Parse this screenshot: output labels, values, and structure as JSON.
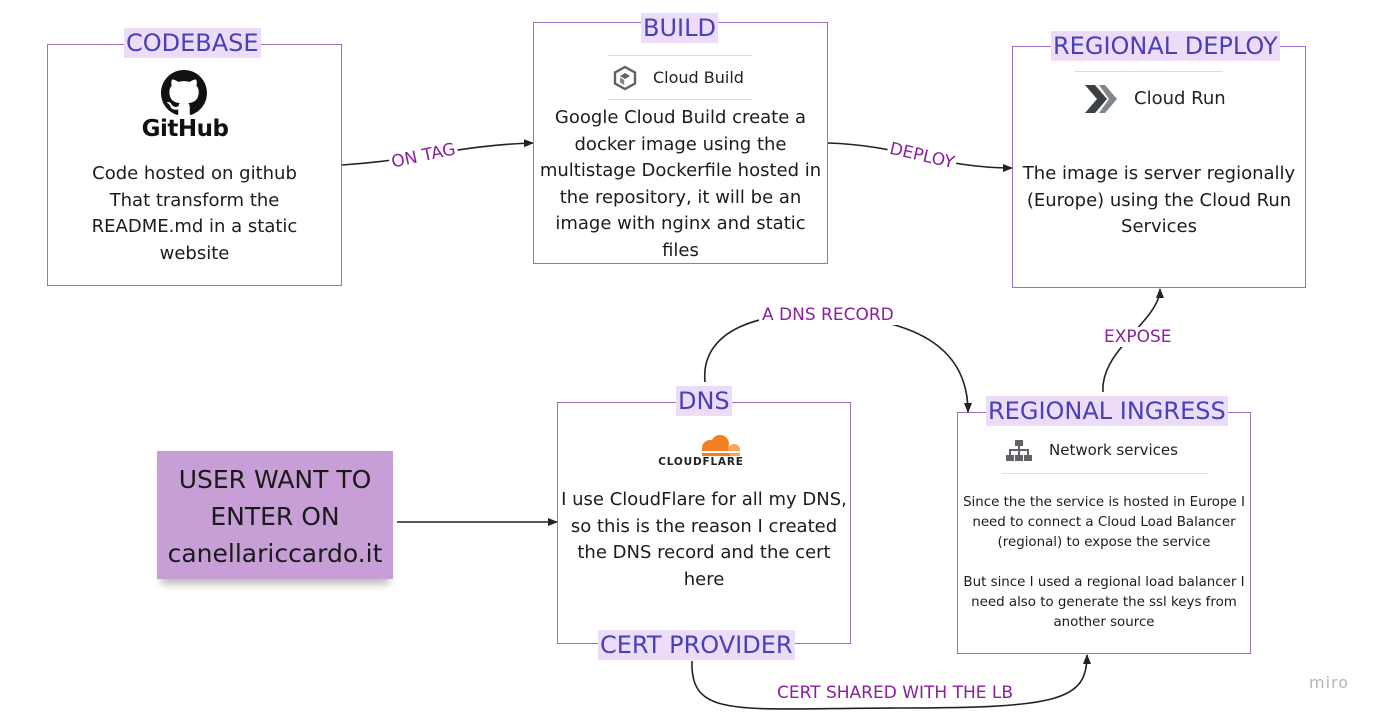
{
  "codebase": {
    "title": "CODEBASE",
    "logo_text": "GitHub",
    "icon": "github-octocat-icon",
    "lines": [
      "Code hosted on github",
      "That transform the",
      "README.md in a static",
      "website"
    ]
  },
  "build": {
    "title": "BUILD",
    "service": "Cloud Build",
    "icon": "cloud-build-icon",
    "lines": [
      "Google Cloud Build create a",
      "docker image using the",
      "multistage Dockerfile hosted in",
      "the repository, it will be an",
      "image with nginx and static",
      "files"
    ]
  },
  "deploy": {
    "title": "REGIONAL DEPLOY",
    "service": "Cloud Run",
    "icon": "cloud-run-icon",
    "lines": [
      "The image is server regionally",
      "(Europe) using the Cloud Run",
      "Services"
    ]
  },
  "dns": {
    "title": "DNS",
    "logo_text": "CLOUDFLARE",
    "icon": "cloudflare-icon",
    "lines": [
      "I use CloudFlare for all my DNS,",
      "so this is the reason I created",
      "the DNS record and the cert",
      "here"
    ],
    "footer_title": "CERT PROVIDER"
  },
  "ingress": {
    "title": "REGIONAL INGRESS",
    "service": "Network services",
    "icon": "network-services-icon",
    "lines": [
      "Since the the service is hosted in Europe I",
      "need to connect a Cloud Load Balancer",
      "(regional) to expose the service",
      "",
      "But since I used a regional load balancer I",
      "need also to generate the ssl keys from",
      "another source"
    ]
  },
  "sticky": {
    "lines": [
      "USER WANT TO",
      "ENTER ON",
      "canellariccardo.it"
    ]
  },
  "edges": {
    "on_tag": "ON TAG",
    "deploy": "DEPLOY",
    "a_dns_record": "A DNS RECORD",
    "expose": "EXPOSE",
    "cert_shared": "CERT SHARED WITH THE LB"
  },
  "colors": {
    "border": "#9b6fc9",
    "title_bg": "#ecdcf8",
    "title_text": "#4b3fb8",
    "edge_label": "#8a1f9e",
    "sticky": "#c79fd6",
    "cloudflare_orange": "#f38020"
  },
  "watermark": "miro"
}
